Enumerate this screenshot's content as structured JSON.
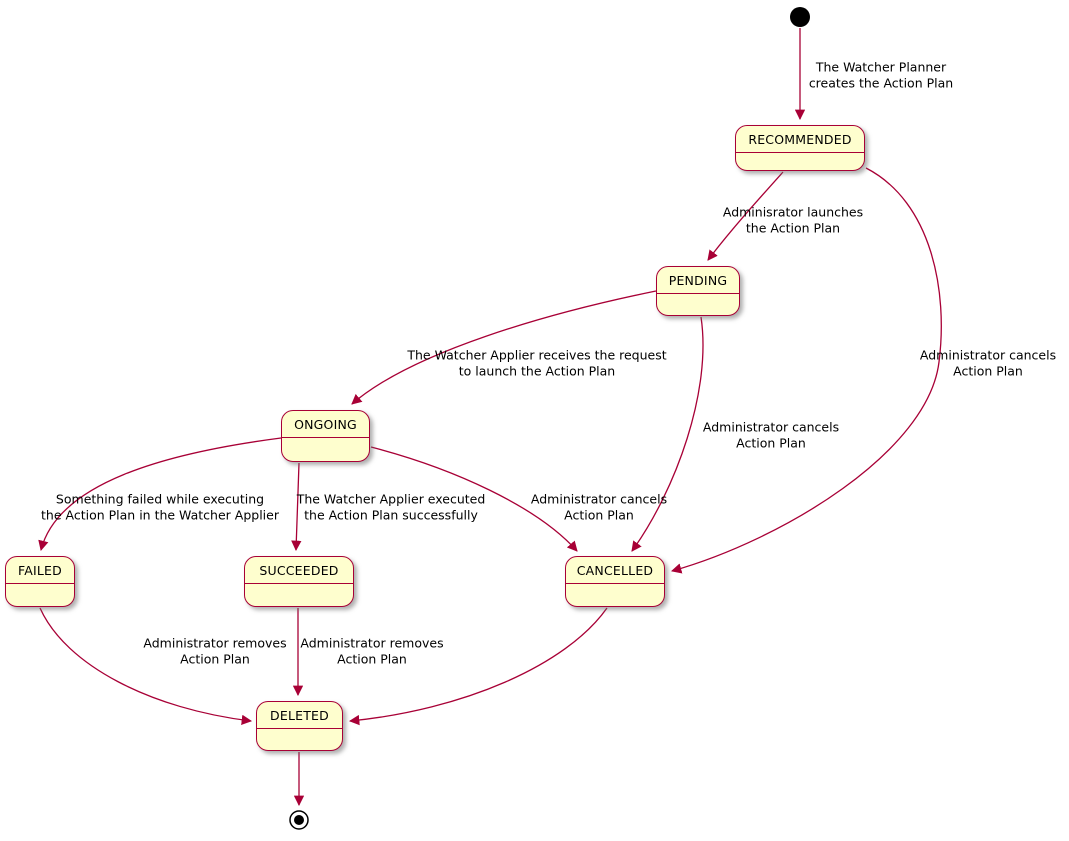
{
  "diagram": {
    "type": "state-machine",
    "colors": {
      "state_fill": "#FEFECE",
      "state_border": "#A80036",
      "edge": "#A80036",
      "text": "#000000",
      "background": "#FFFFFF",
      "pseudo_state": "#000000"
    },
    "icons": {
      "initial_state": "filled-circle",
      "final_state": "ring-with-dot"
    },
    "states": [
      {
        "id": "recommended",
        "label": "RECOMMENDED"
      },
      {
        "id": "pending",
        "label": "PENDING"
      },
      {
        "id": "ongoing",
        "label": "ONGOING"
      },
      {
        "id": "failed",
        "label": "FAILED"
      },
      {
        "id": "succeeded",
        "label": "SUCCEEDED"
      },
      {
        "id": "cancelled",
        "label": "CANCELLED"
      },
      {
        "id": "deleted",
        "label": "DELETED"
      }
    ],
    "edges": [
      {
        "from": "initial",
        "to": "RECOMMENDED",
        "lines": [
          "The Watcher Planner",
          "creates the Action Plan"
        ]
      },
      {
        "from": "RECOMMENDED",
        "to": "PENDING",
        "lines": [
          "Adminisrator launches",
          "the Action Plan"
        ]
      },
      {
        "from": "PENDING",
        "to": "ONGOING",
        "lines": [
          "The Watcher Applier receives the request",
          "to launch the Action Plan"
        ]
      },
      {
        "from": "ONGOING",
        "to": "FAILED",
        "lines": [
          "Something failed while executing",
          "the Action Plan in the Watcher Applier"
        ]
      },
      {
        "from": "ONGOING",
        "to": "SUCCEEDED",
        "lines": [
          "The Watcher Applier executed",
          "the Action Plan successfully"
        ]
      },
      {
        "from": "ONGOING",
        "to": "CANCELLED",
        "lines": [
          "Administrator cancels",
          "Action Plan"
        ]
      },
      {
        "from": "PENDING",
        "to": "CANCELLED",
        "lines": [
          "Administrator cancels",
          "Action Plan"
        ]
      },
      {
        "from": "RECOMMENDED",
        "to": "CANCELLED",
        "lines": [
          "Administrator cancels",
          "Action Plan"
        ]
      },
      {
        "from": "FAILED",
        "to": "DELETED",
        "lines": [
          "Administrator removes",
          "Action Plan"
        ]
      },
      {
        "from": "SUCCEEDED",
        "to": "DELETED",
        "lines": [
          "Administrator removes",
          "Action Plan"
        ]
      },
      {
        "from": "CANCELLED",
        "to": "DELETED",
        "lines": []
      },
      {
        "from": "DELETED",
        "to": "final",
        "lines": []
      }
    ]
  }
}
